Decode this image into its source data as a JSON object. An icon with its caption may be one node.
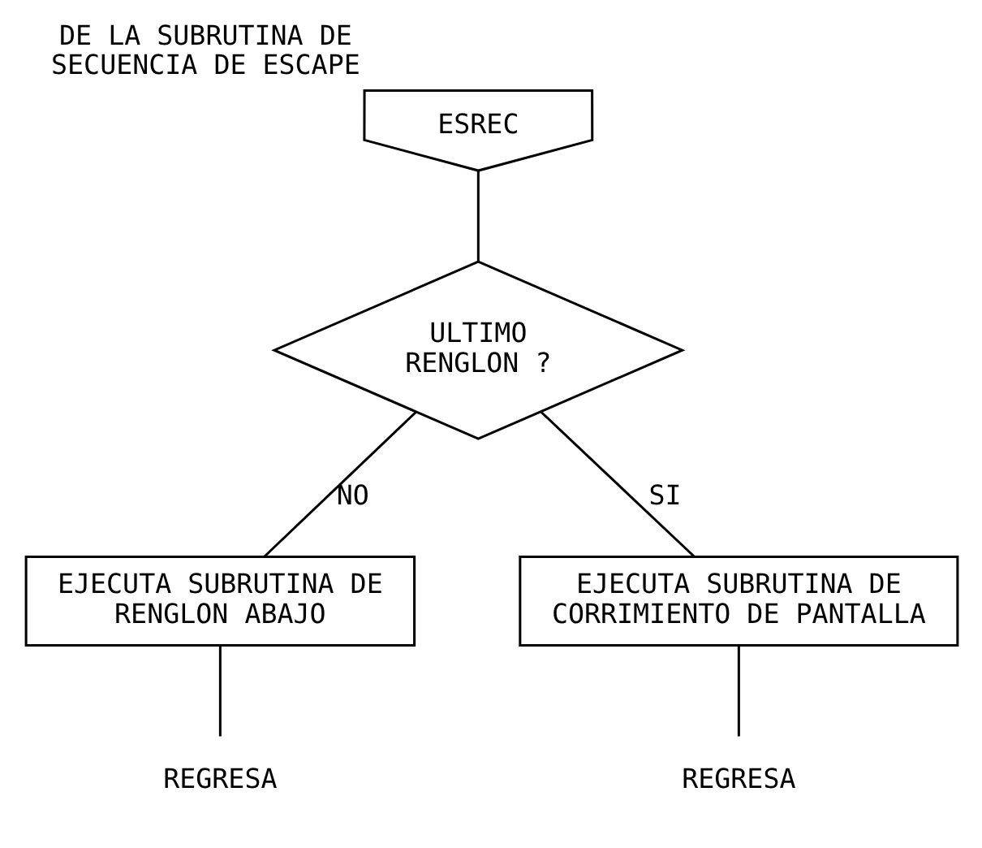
{
  "diagram": {
    "nodes": [
      {
        "text": [
          "ESREC"
        ],
        "beside": [
          "DE LA SUBRUTINA DE SECUENCIA DE ESCAPE"
        ]
      },
      {
        "text": [
          "ULTIMO RENGLON ?"
        ]
      },
      {
        "text": [
          "EJECUTA SUBRUTINA DE CORRIMIENTO DE PANTALLA"
        ]
      },
      {
        "text": [
          "EJECUTA SUBRUTINA DE RENGLON ABAJO"
        ]
      },
      {
        "text": [
          "REGRESA"
        ]
      },
      {
        "text": [
          "REGRESA"
        ]
      }
    ],
    "edges": [
      {
        "from": 0,
        "to": 1,
        "arrow": "none"
      },
      {
        "from": 1,
        "to": 2,
        "arrow": "none",
        "label": "SI"
      },
      {
        "from": 1,
        "to": 3,
        "arrow": "none",
        "label": "NO"
      },
      {
        "from": 2,
        "to": 4,
        "arrow": "none"
      },
      {
        "from": 3,
        "to": 5,
        "arrow": "none"
      }
    ]
  }
}
